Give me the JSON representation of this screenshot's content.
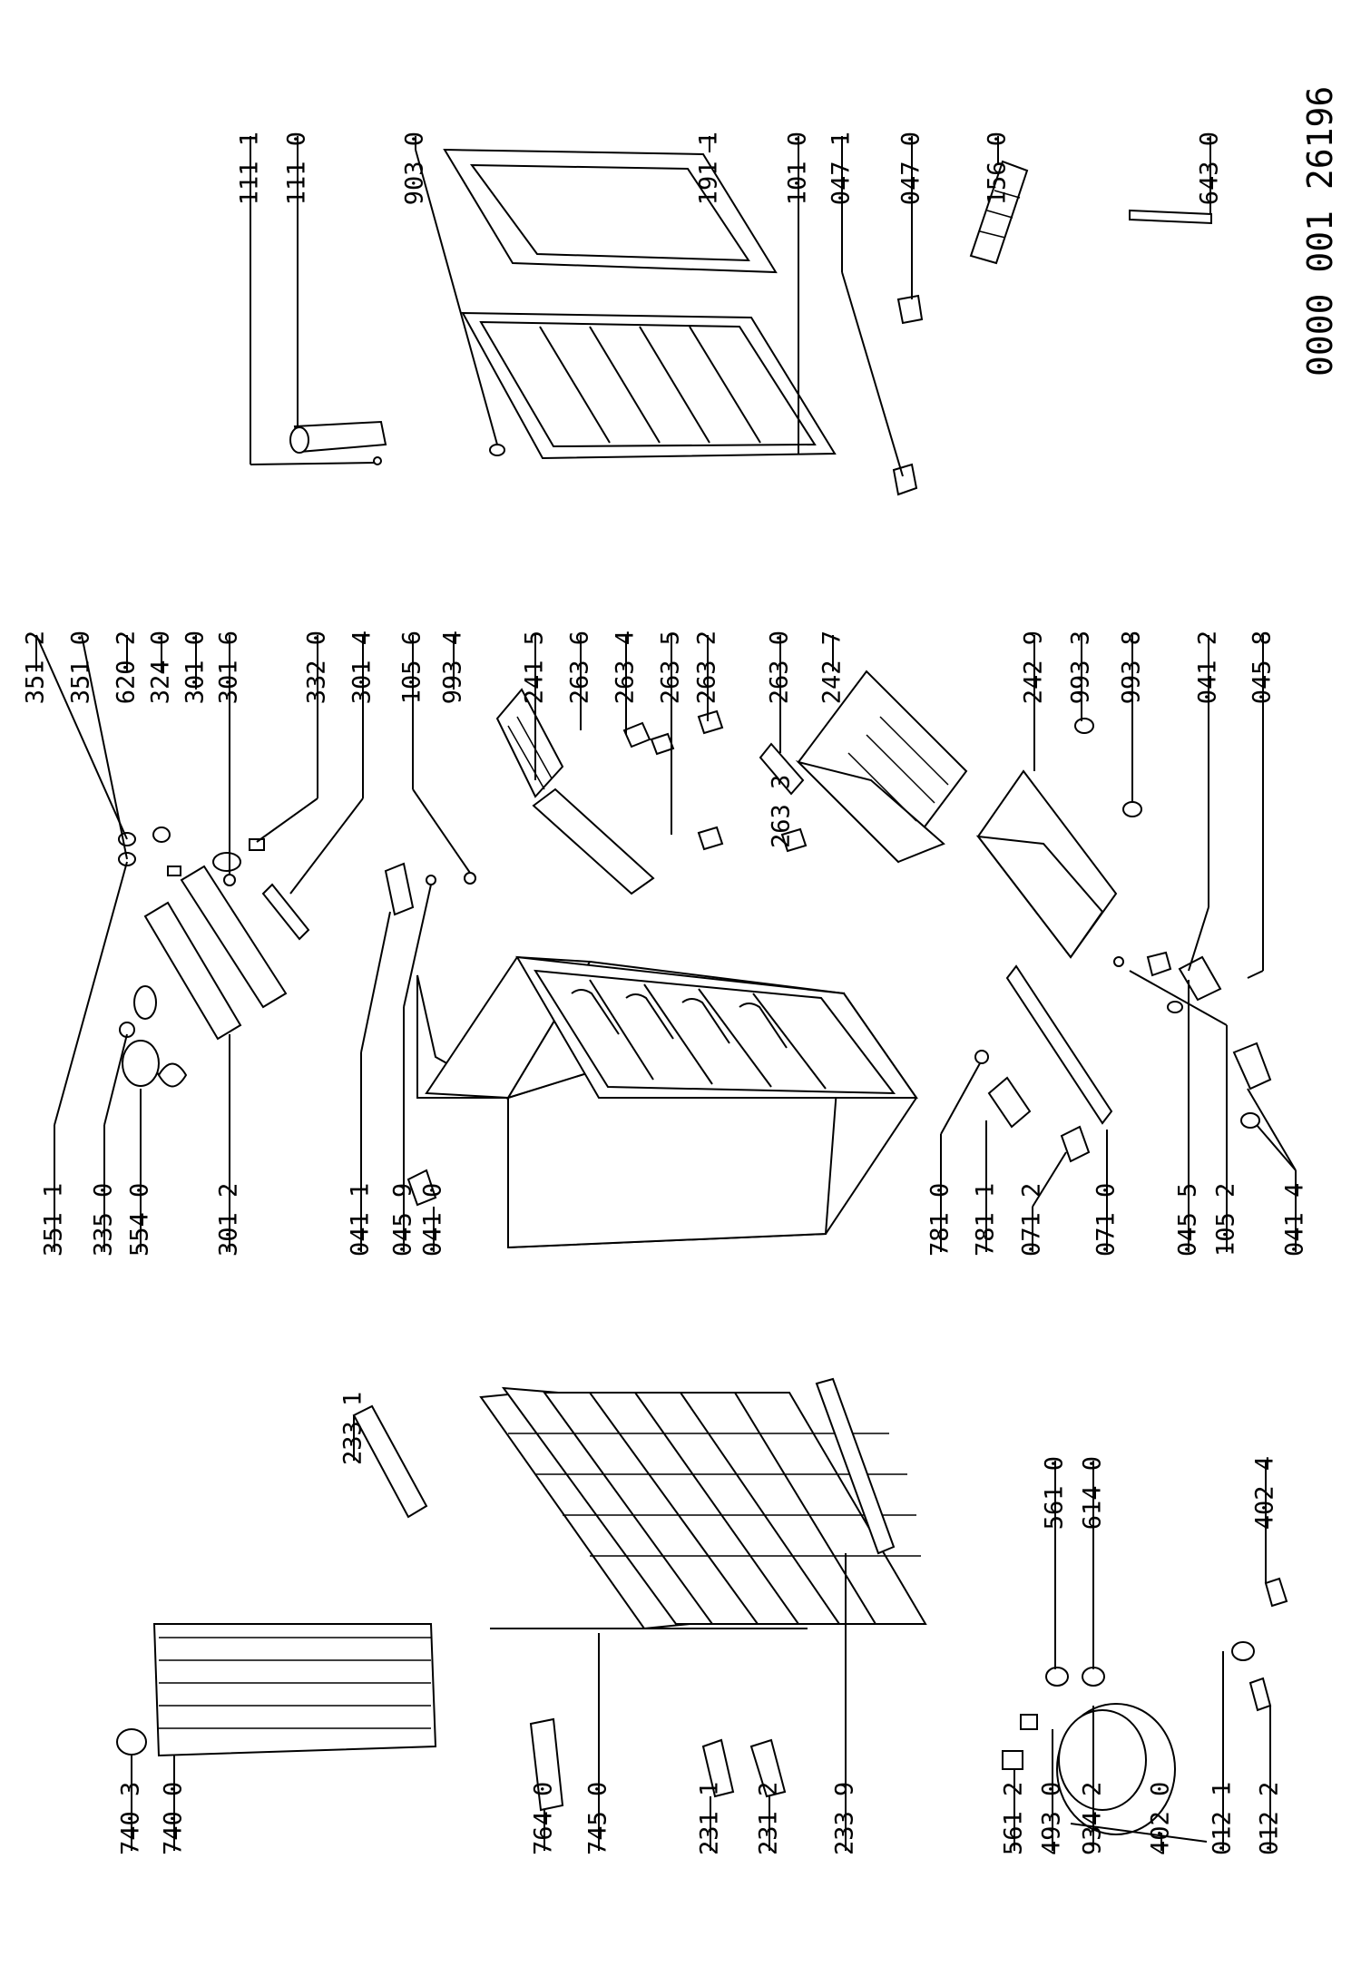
{
  "document_number": "0000 001 26196",
  "labels": [
    "111 1",
    "111 0",
    "903 0",
    "191 1",
    "101 0",
    "047 1",
    "047 0",
    "156 0",
    "643 0",
    "351 2",
    "351 0",
    "620 2",
    "324 0",
    "301 0",
    "301 6",
    "332 0",
    "301 4",
    "105 6",
    "993 4",
    "241 5",
    "263 6",
    "263 4",
    "263 5",
    "263 2",
    "263 0",
    "242 7",
    "242 9",
    "993 3",
    "993 8",
    "041 2",
    "045 8",
    "263 3",
    "351 1",
    "335 0",
    "554 0",
    "301 2",
    "041 0",
    "041 1",
    "045 9",
    "781 0",
    "781 1",
    "071 2",
    "071 0",
    "045 5",
    "105 2",
    "041 4",
    "233 1",
    "561 0",
    "614 0",
    "402 4",
    "740 3",
    "740 0",
    "764 0",
    "745 0",
    "231 1",
    "231 2",
    "233 9",
    "561 2",
    "493 0",
    "934 2",
    "402 0",
    "012 1",
    "012 2"
  ]
}
